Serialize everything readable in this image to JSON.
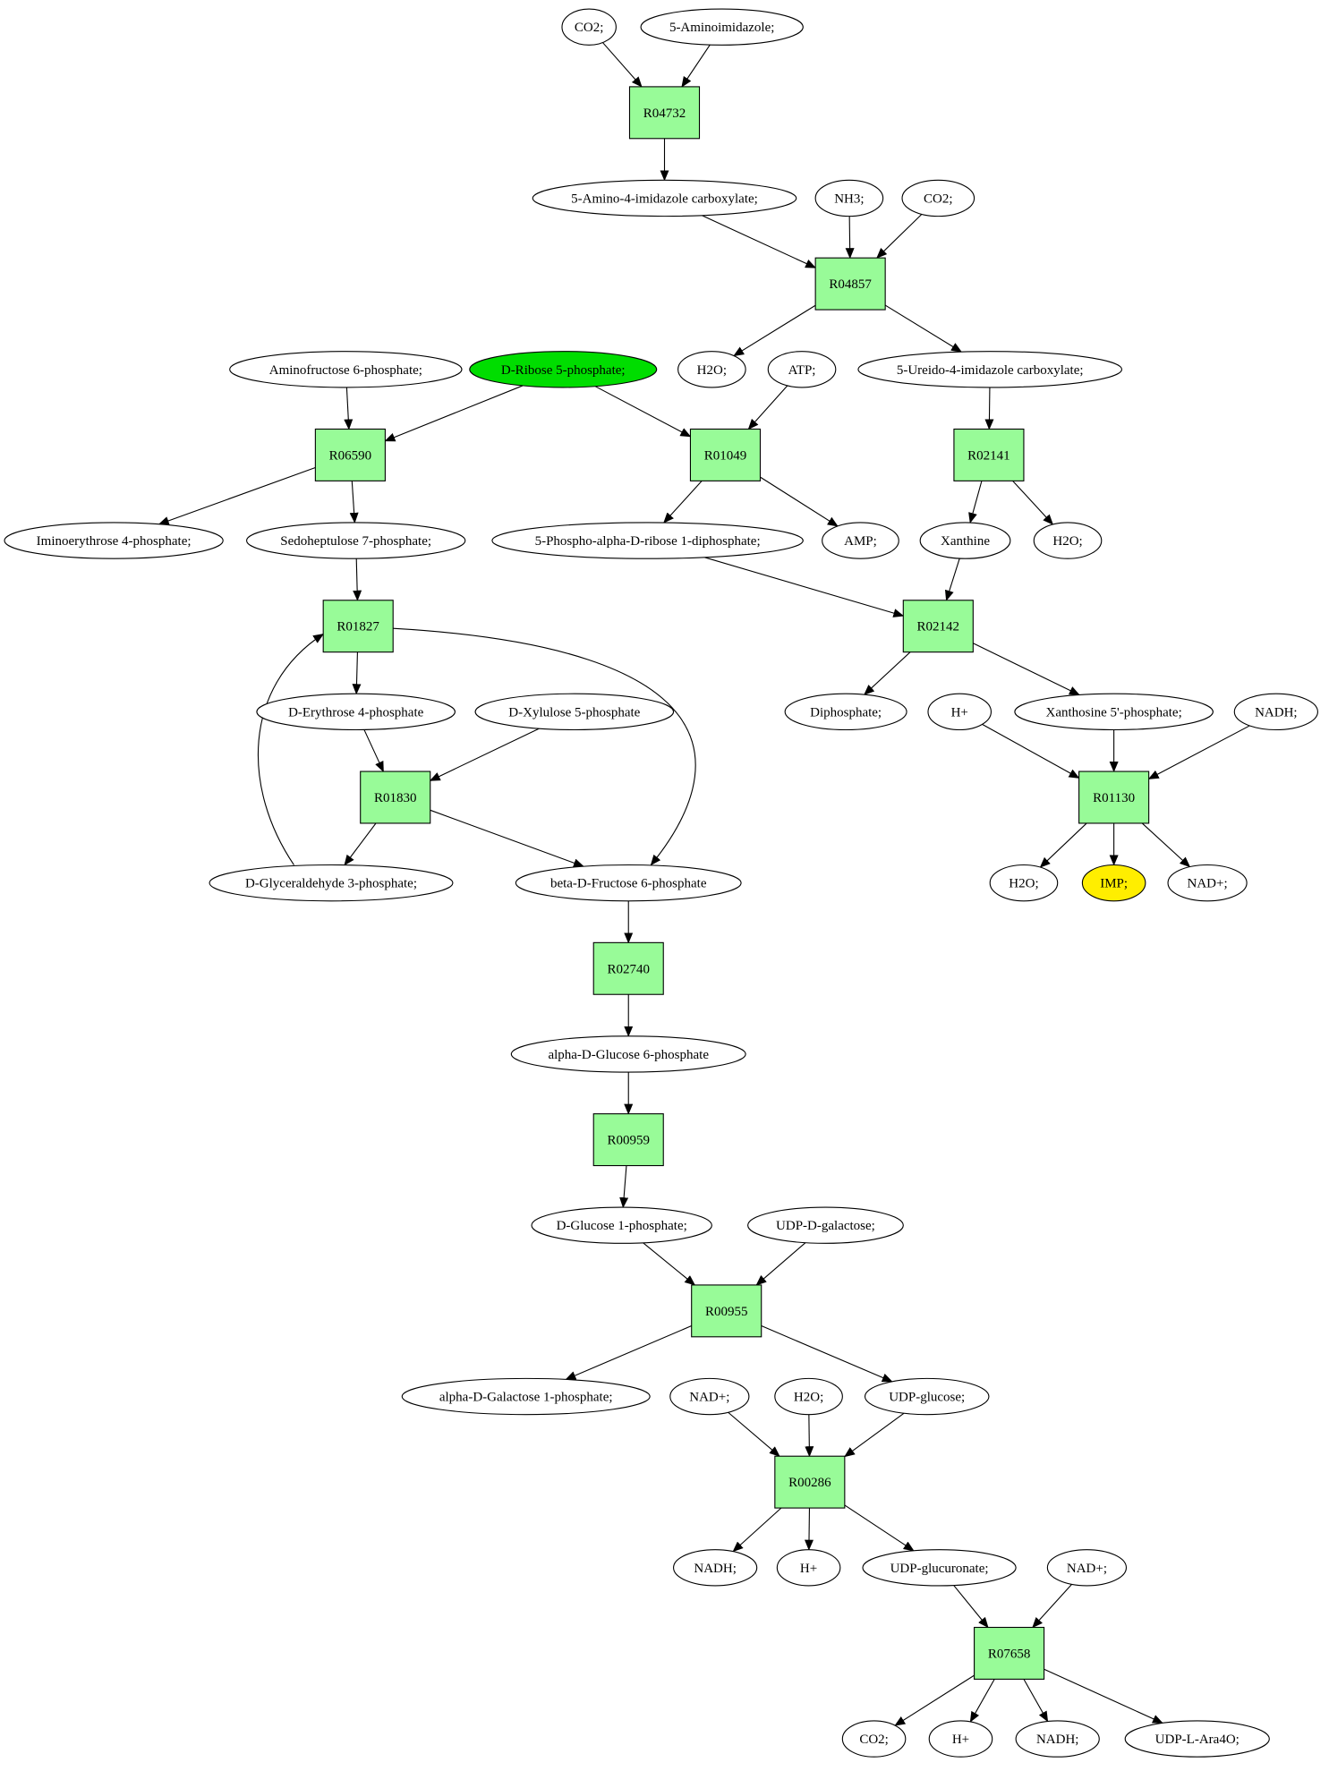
{
  "colors": {
    "reaction_fill": "#98fb98",
    "start_fill": "#00dd00",
    "target_fill": "#ffee00",
    "default_fill": "#ffffff"
  },
  "reactions": [
    {
      "id": "r04732",
      "label": "R04732"
    },
    {
      "id": "r04857",
      "label": "R04857"
    },
    {
      "id": "r06590",
      "label": "R06590"
    },
    {
      "id": "r01049",
      "label": "R01049"
    },
    {
      "id": "r02141",
      "label": "R02141"
    },
    {
      "id": "r01827",
      "label": "R01827"
    },
    {
      "id": "r02142",
      "label": "R02142"
    },
    {
      "id": "r01830",
      "label": "R01830"
    },
    {
      "id": "r01130",
      "label": "R01130"
    },
    {
      "id": "r02740",
      "label": "R02740"
    },
    {
      "id": "r00959",
      "label": "R00959"
    },
    {
      "id": "r00955",
      "label": "R00955"
    },
    {
      "id": "r00286",
      "label": "R00286"
    },
    {
      "id": "r07658",
      "label": "R07658"
    }
  ],
  "compounds": [
    {
      "id": "c_co2_1",
      "label": "CO2;"
    },
    {
      "id": "c_aminoimidazole",
      "label": "5-Aminoimidazole;"
    },
    {
      "id": "c_amino_imid_carbox",
      "label": "5-Amino-4-imidazole carboxylate;"
    },
    {
      "id": "c_nh3",
      "label": "NH3;"
    },
    {
      "id": "c_co2_2",
      "label": "CO2;"
    },
    {
      "id": "c_aminofructose",
      "label": "Aminofructose 6-phosphate;"
    },
    {
      "id": "c_ribose5p",
      "label": "D-Ribose 5-phosphate;",
      "role": "start"
    },
    {
      "id": "c_h2o_1",
      "label": "H2O;"
    },
    {
      "id": "c_atp",
      "label": "ATP;"
    },
    {
      "id": "c_ureido",
      "label": "5-Ureido-4-imidazole carboxylate;"
    },
    {
      "id": "c_iminoerythrose",
      "label": "Iminoerythrose 4-phosphate;"
    },
    {
      "id": "c_sedoheptulose",
      "label": "Sedoheptulose 7-phosphate;"
    },
    {
      "id": "c_prpp",
      "label": "5-Phospho-alpha-D-ribose 1-diphosphate;"
    },
    {
      "id": "c_amp",
      "label": "AMP;"
    },
    {
      "id": "c_xanthine",
      "label": "Xanthine"
    },
    {
      "id": "c_h2o_2",
      "label": "H2O;"
    },
    {
      "id": "c_erythrose4p",
      "label": "D-Erythrose 4-phosphate"
    },
    {
      "id": "c_xylulose5p",
      "label": "D-Xylulose 5-phosphate"
    },
    {
      "id": "c_diphosphate",
      "label": "Diphosphate;"
    },
    {
      "id": "c_hplus_1",
      "label": "H+"
    },
    {
      "id": "c_xmp",
      "label": "Xanthosine 5'-phosphate;"
    },
    {
      "id": "c_nadh_1",
      "label": "NADH;"
    },
    {
      "id": "c_g3p",
      "label": "D-Glyceraldehyde 3-phosphate;"
    },
    {
      "id": "c_f6p",
      "label": "beta-D-Fructose 6-phosphate"
    },
    {
      "id": "c_h2o_3",
      "label": "H2O;"
    },
    {
      "id": "c_imp",
      "label": "IMP;",
      "role": "target"
    },
    {
      "id": "c_nadplus_1",
      "label": "NAD+;"
    },
    {
      "id": "c_g6p",
      "label": "alpha-D-Glucose 6-phosphate"
    },
    {
      "id": "c_g1p",
      "label": "D-Glucose 1-phosphate;"
    },
    {
      "id": "c_udpgal",
      "label": "UDP-D-galactose;"
    },
    {
      "id": "c_gal1p",
      "label": "alpha-D-Galactose 1-phosphate;"
    },
    {
      "id": "c_nadplus_2",
      "label": "NAD+;"
    },
    {
      "id": "c_h2o_4",
      "label": "H2O;"
    },
    {
      "id": "c_udpglc",
      "label": "UDP-glucose;"
    },
    {
      "id": "c_nadh_2",
      "label": "NADH;"
    },
    {
      "id": "c_hplus_2",
      "label": "H+"
    },
    {
      "id": "c_udpglcA",
      "label": "UDP-glucuronate;"
    },
    {
      "id": "c_nadplus_3",
      "label": "NAD+;"
    },
    {
      "id": "c_co2_3",
      "label": "CO2;"
    },
    {
      "id": "c_hplus_3",
      "label": "H+"
    },
    {
      "id": "c_nadh_3",
      "label": "NADH;"
    },
    {
      "id": "c_udpara4o",
      "label": "UDP-L-Ara4O;"
    }
  ],
  "edges": [
    [
      "c_co2_1",
      "r04732"
    ],
    [
      "c_aminoimidazole",
      "r04732"
    ],
    [
      "r04732",
      "c_amino_imid_carbox"
    ],
    [
      "c_amino_imid_carbox",
      "r04857"
    ],
    [
      "c_nh3",
      "r04857"
    ],
    [
      "c_co2_2",
      "r04857"
    ],
    [
      "r04857",
      "c_h2o_1"
    ],
    [
      "r04857",
      "c_ureido"
    ],
    [
      "c_aminofructose",
      "r06590"
    ],
    [
      "c_ribose5p",
      "r06590"
    ],
    [
      "r06590",
      "c_iminoerythrose"
    ],
    [
      "r06590",
      "c_sedoheptulose"
    ],
    [
      "c_ribose5p",
      "r01049"
    ],
    [
      "c_atp",
      "r01049"
    ],
    [
      "r01049",
      "c_prpp"
    ],
    [
      "r01049",
      "c_amp"
    ],
    [
      "c_ureido",
      "r02141"
    ],
    [
      "r02141",
      "c_xanthine"
    ],
    [
      "r02141",
      "c_h2o_2"
    ],
    [
      "c_sedoheptulose",
      "r01827"
    ],
    [
      "r01827",
      "c_erythrose4p"
    ],
    [
      "c_prpp",
      "r02142"
    ],
    [
      "c_xanthine",
      "r02142"
    ],
    [
      "r02142",
      "c_diphosphate"
    ],
    [
      "r02142",
      "c_xmp"
    ],
    [
      "c_erythrose4p",
      "r01830"
    ],
    [
      "c_xylulose5p",
      "r01830"
    ],
    [
      "r01830",
      "c_g3p"
    ],
    [
      "r01830",
      "c_f6p"
    ],
    [
      "c_hplus_1",
      "r01130"
    ],
    [
      "c_xmp",
      "r01130"
    ],
    [
      "c_nadh_1",
      "r01130"
    ],
    [
      "r01130",
      "c_h2o_3"
    ],
    [
      "r01130",
      "c_imp"
    ],
    [
      "r01130",
      "c_nadplus_1"
    ],
    [
      "c_f6p",
      "r02740"
    ],
    [
      "r02740",
      "c_g6p"
    ],
    [
      "c_g6p",
      "r00959"
    ],
    [
      "r00959",
      "c_g1p"
    ],
    [
      "c_g1p",
      "r00955"
    ],
    [
      "c_udpgal",
      "r00955"
    ],
    [
      "r00955",
      "c_gal1p"
    ],
    [
      "r00955",
      "c_udpglc"
    ],
    [
      "c_nadplus_2",
      "r00286"
    ],
    [
      "c_h2o_4",
      "r00286"
    ],
    [
      "c_udpglc",
      "r00286"
    ],
    [
      "r00286",
      "c_nadh_2"
    ],
    [
      "r00286",
      "c_hplus_2"
    ],
    [
      "r00286",
      "c_udpglcA"
    ],
    [
      "c_udpglcA",
      "r07658"
    ],
    [
      "c_nadplus_3",
      "r07658"
    ],
    [
      "r07658",
      "c_co2_3"
    ],
    [
      "r07658",
      "c_hplus_3"
    ],
    [
      "r07658",
      "c_nadh_3"
    ],
    [
      "r07658",
      "c_udpara4o"
    ],
    [
      "c_g3p",
      "r01827"
    ],
    [
      "r01827",
      "c_f6p"
    ]
  ]
}
